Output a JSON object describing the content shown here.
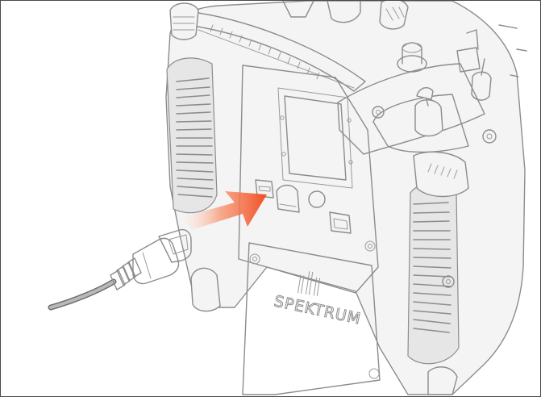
{
  "illustration": {
    "device": "radio-transmitter",
    "brand_mark": "SPEKTRUM",
    "connector": "micro-usb",
    "arrow_direction": "toward-port",
    "colors": {
      "outline": "#8c8c8c",
      "body": "#f4f4f4",
      "frame_border": "#4a4a4a",
      "arrow_start": "#ffe3d6",
      "arrow_end": "#f04e23",
      "cable": "#9a9a9a"
    }
  }
}
